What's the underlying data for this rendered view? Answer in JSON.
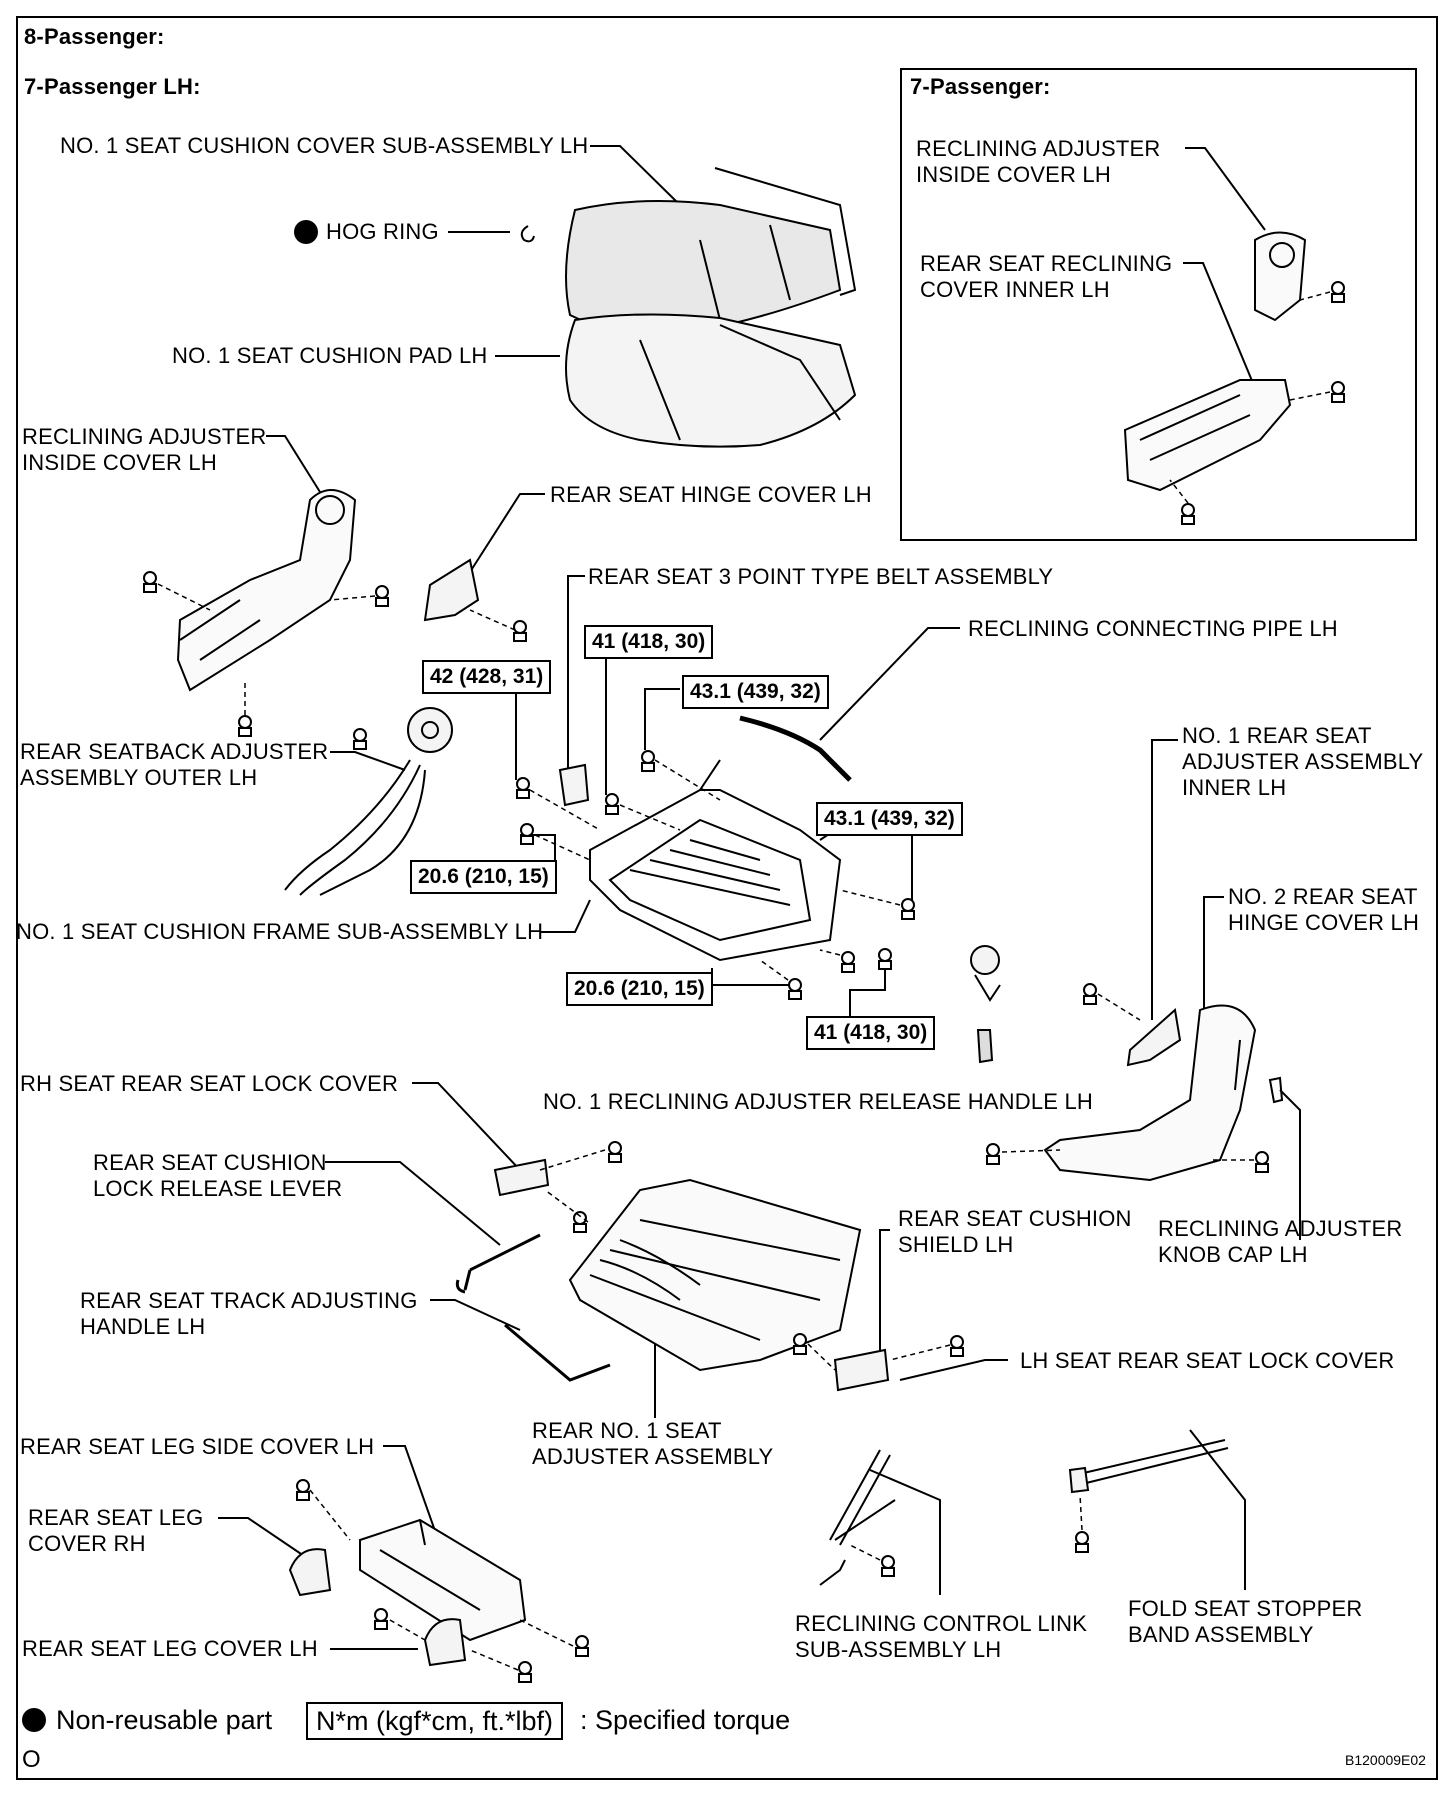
{
  "headings": {
    "eight_passenger": "8-Passenger:",
    "seven_passenger_lh": "7-Passenger LH:",
    "seven_passenger_inset": "7-Passenger:"
  },
  "labels": {
    "seat_cushion_cover": "NO. 1 SEAT CUSHION COVER SUB-ASSEMBLY LH",
    "hog_ring": "HOG RING",
    "seat_cushion_pad": "NO. 1 SEAT CUSHION PAD LH",
    "reclining_adjuster_inside_cover_1": "RECLINING ADJUSTER",
    "reclining_adjuster_inside_cover_2": "INSIDE COVER LH",
    "rear_seat_hinge_cover": "REAR SEAT HINGE COVER LH",
    "three_point_belt": "REAR SEAT 3 POINT TYPE BELT ASSEMBLY",
    "reclining_connecting_pipe": "RECLINING CONNECTING PIPE LH",
    "seatback_adjuster_outer_1": "REAR SEATBACK ADJUSTER",
    "seatback_adjuster_outer_2": "ASSEMBLY OUTER LH",
    "no1_rear_seat_adjuster_inner_1": "NO. 1 REAR SEAT",
    "no1_rear_seat_adjuster_inner_2": "ADJUSTER ASSEMBLY",
    "no1_rear_seat_adjuster_inner_3": "INNER LH",
    "no2_rear_seat_hinge_cover_1": "NO. 2 REAR SEAT",
    "no2_rear_seat_hinge_cover_2": "HINGE COVER LH",
    "seat_cushion_frame": "NO. 1 SEAT CUSHION FRAME SUB-ASSEMBLY LH",
    "rh_seat_lock_cover": "RH SEAT REAR SEAT LOCK COVER",
    "release_handle": "NO. 1 RECLINING ADJUSTER RELEASE HANDLE LH",
    "cushion_lock_release_1": "REAR SEAT CUSHION",
    "cushion_lock_release_2": "LOCK RELEASE LEVER",
    "cushion_shield_1": "REAR SEAT CUSHION",
    "cushion_shield_2": "SHIELD LH",
    "knob_cap_1": "RECLINING ADJUSTER",
    "knob_cap_2": "KNOB CAP LH",
    "track_adjusting_1": "REAR SEAT TRACK ADJUSTING",
    "track_adjusting_2": "HANDLE LH",
    "lh_seat_lock_cover": "LH SEAT REAR SEAT LOCK COVER",
    "rear_no1_adjuster_1": "REAR NO. 1 SEAT",
    "rear_no1_adjuster_2": "ADJUSTER ASSEMBLY",
    "leg_side_cover": "REAR SEAT LEG SIDE COVER LH",
    "leg_cover_rh_1": "REAR SEAT LEG",
    "leg_cover_rh_2": "COVER RH",
    "leg_cover_lh": "REAR SEAT LEG COVER LH",
    "control_link_1": "RECLINING CONTROL LINK",
    "control_link_2": "SUB-ASSEMBLY LH",
    "stopper_band_1": "FOLD SEAT STOPPER",
    "stopper_band_2": "BAND ASSEMBLY",
    "inset_adjuster_cover_1": "RECLINING ADJUSTER",
    "inset_adjuster_cover_2": "INSIDE COVER LH",
    "inset_reclining_inner_1": "REAR SEAT RECLINING",
    "inset_reclining_inner_2": "COVER INNER LH"
  },
  "torques": {
    "t42": "42 (428, 31)",
    "t41_top": "41 (418, 30)",
    "t431_top": "43.1 (439, 32)",
    "t431_right": "43.1 (439, 32)",
    "t206_left": "20.6 (210, 15)",
    "t206_bottom": "20.6 (210, 15)",
    "t41_bottom": "41 (418, 30)"
  },
  "legend": {
    "non_reusable": "Non-reusable part",
    "torque_box": "N*m (kgf*cm, ft.*lbf)",
    "torque_text": ": Specified torque",
    "corner_mark": "O"
  },
  "figure_id": "B120009E02"
}
